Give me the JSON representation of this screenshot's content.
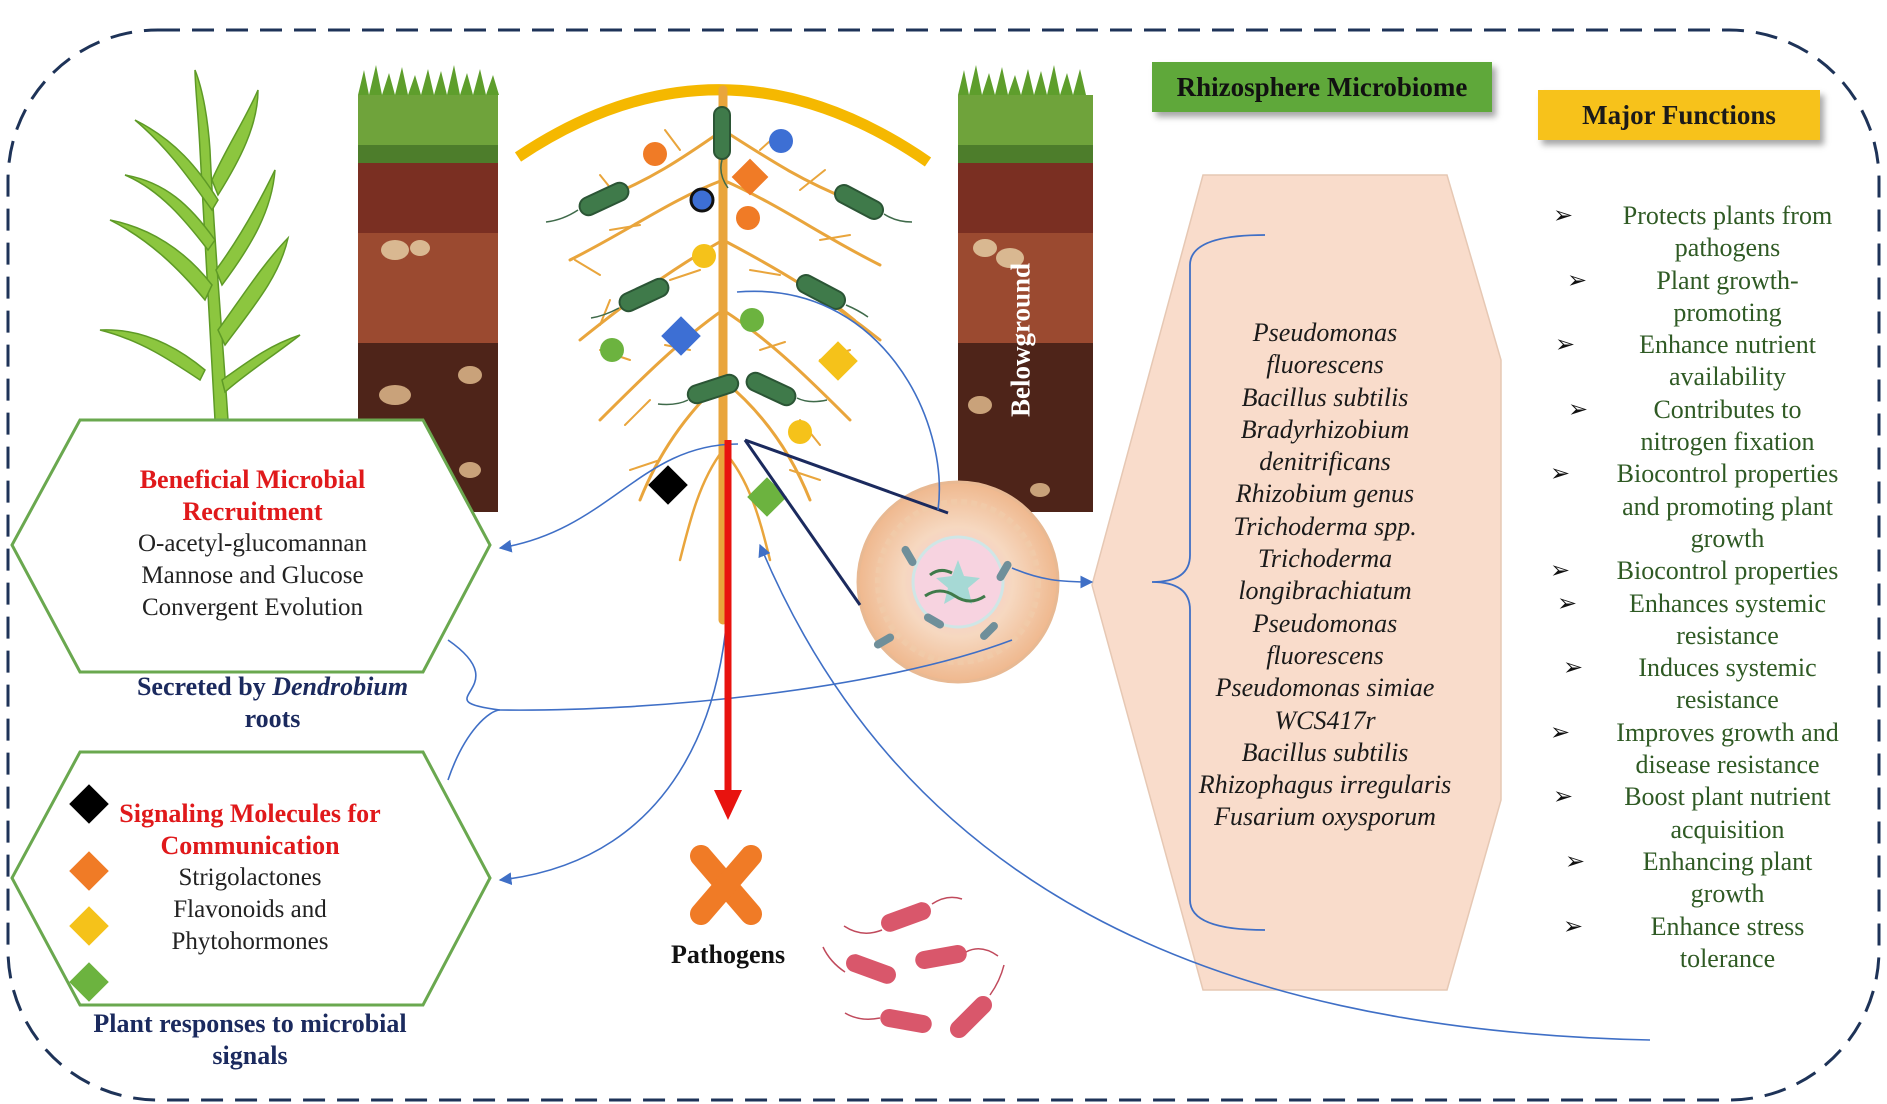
{
  "banners": {
    "rhizosphere": "Rhizosphere Microbiome",
    "major_functions": "Major Functions"
  },
  "belowground_label": "Belowground",
  "recruitment": {
    "title_line1": "Beneficial Microbial",
    "title_line2": "Recruitment",
    "items": [
      "O-acetyl-glucomannan",
      "Mannose and Glucose",
      "Convergent Evolution"
    ]
  },
  "secreted": {
    "prefix": "Secreted by ",
    "genus": "Dendrobium",
    "suffix": "roots"
  },
  "signaling": {
    "title_line1": "Signaling Molecules for",
    "title_line2": "Communication",
    "items": [
      "Strigolactones",
      "Flavonoids and",
      "Phytohormones"
    ]
  },
  "plant_responses": {
    "line1": "Plant responses to microbial",
    "line2": "signals"
  },
  "pathogens_label": "Pathogens",
  "species": [
    "Pseudomonas",
    "fluorescens",
    "Bacillus subtilis",
    "Bradyrhizobium",
    "denitrificans",
    "Rhizobium genus",
    "Trichoderma spp.",
    "Trichoderma",
    "longibrachiatum",
    "Pseudomonas",
    "fluorescens",
    "Pseudomonas simiae",
    "WCS417r",
    "Bacillus subtilis",
    "Rhizophagus irregularis",
    "Fusarium oxysporum"
  ],
  "functions": [
    {
      "lines": [
        "Protects plants from",
        "pathogens"
      ]
    },
    {
      "lines": [
        "Plant growth-",
        "promoting"
      ]
    },
    {
      "lines": [
        "Enhance nutrient",
        "availability"
      ]
    },
    {
      "lines": [
        "Contributes to",
        "nitrogen fixation"
      ]
    },
    {
      "lines": [
        "Biocontrol properties",
        "and promoting plant",
        "growth"
      ]
    },
    {
      "lines": [
        "Biocontrol properties"
      ]
    },
    {
      "lines": [
        "Enhances systemic",
        "resistance"
      ]
    },
    {
      "lines": [
        "Induces systemic",
        "resistance"
      ]
    },
    {
      "lines": [
        "Improves growth and",
        "disease resistance"
      ]
    },
    {
      "lines": [
        "Boost plant nutrient",
        "acquisition"
      ]
    },
    {
      "lines": [
        "Enhancing plant",
        "growth"
      ]
    },
    {
      "lines": [
        "Enhance stress",
        "tolerance"
      ]
    }
  ],
  "colors": {
    "banner_green": "#5fa83a",
    "banner_gold": "#f7c21b",
    "title_red": "#e0191b",
    "navy": "#1b2a5e",
    "function_green": "#2f5a24",
    "species_panel": "#f9dccb",
    "hex_border": "#6aa84f",
    "root": "#e9a53c",
    "pathogen_arrow": "#e8130f",
    "pathogen_x": "#f07b26",
    "bacteria_green": "#3f7a4a",
    "pathogen_bacteria": "#d9576b"
  },
  "icons": [
    "plant-seedling-icon",
    "soil-profile-image",
    "microbe-icon",
    "pathogen-x-icon",
    "arrow-bullet-icon"
  ]
}
